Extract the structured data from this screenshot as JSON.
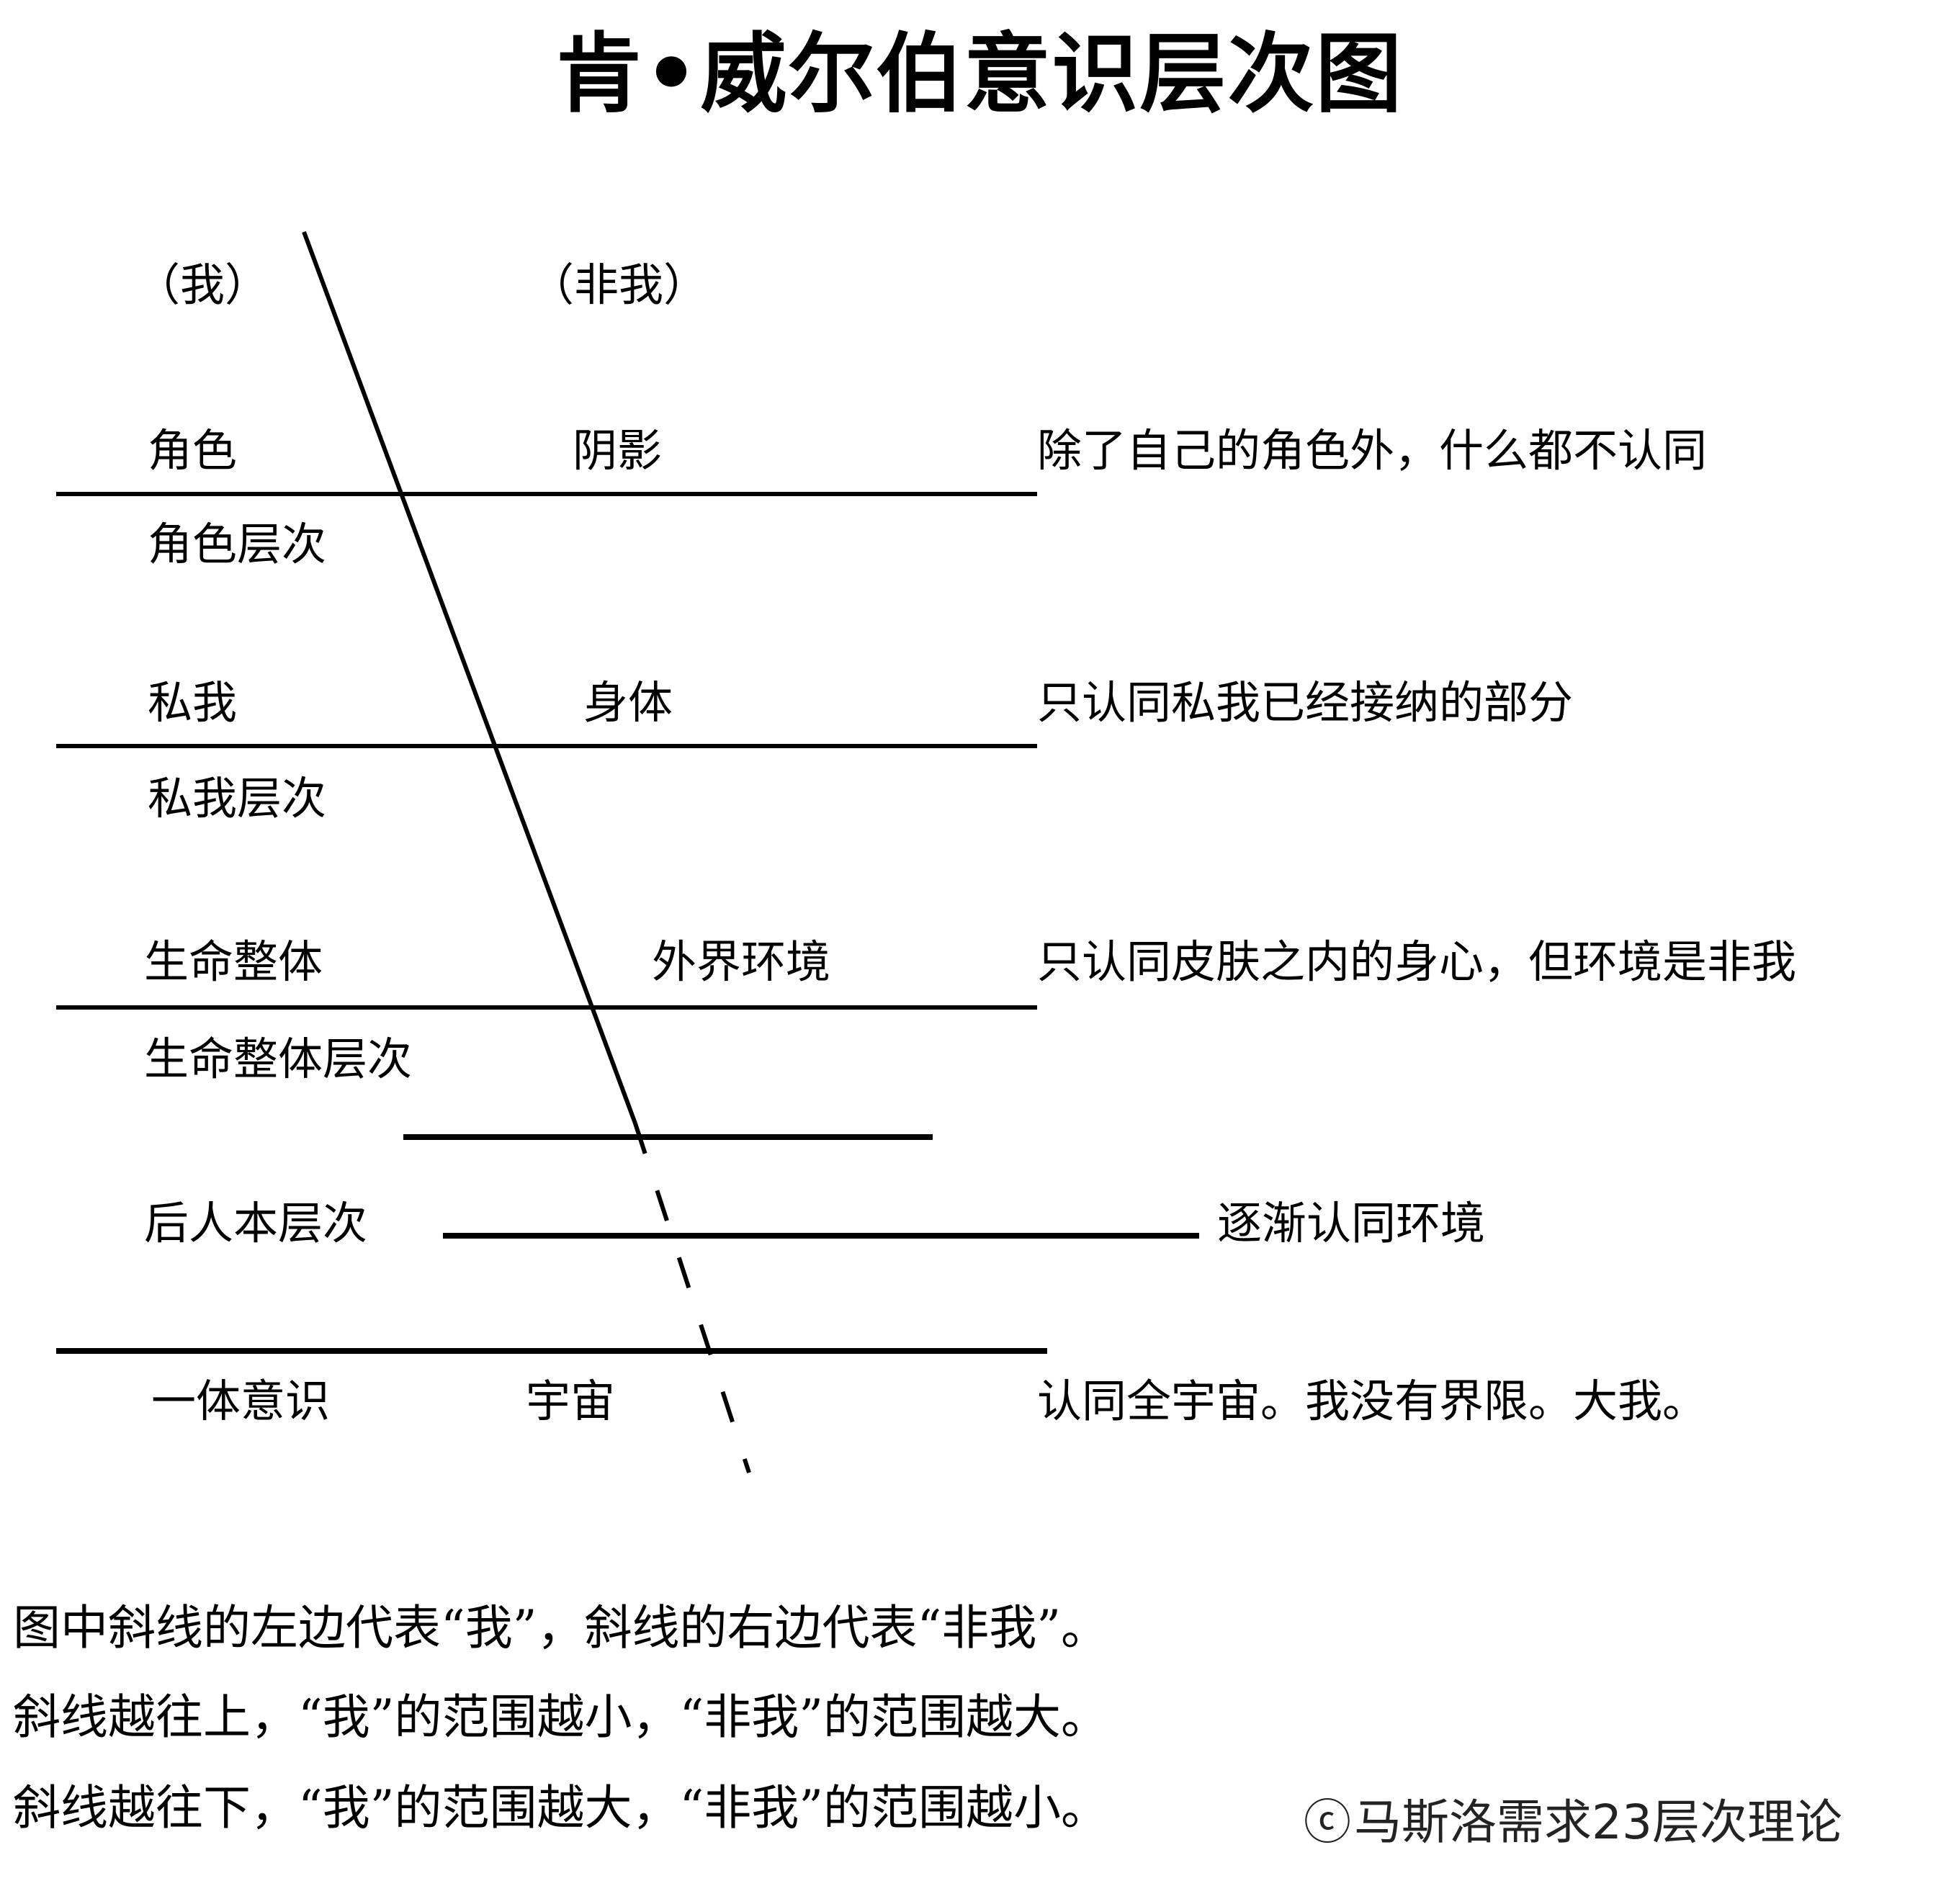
{
  "title": "肯•威尔伯意识层次图",
  "axis_labels": {
    "self": "（我）",
    "not_self": "（非我）"
  },
  "rows": [
    {
      "self_term": "角色",
      "not_self_term": "阴影",
      "level_name": "角色层次",
      "description": "除了自己的角色外，什么都不认同"
    },
    {
      "self_term": "私我",
      "not_self_term": "身体",
      "level_name": "私我层次",
      "description": "只认同私我已经接纳的部分"
    },
    {
      "self_term": "生命整体",
      "not_self_term": "外界环境",
      "level_name": "生命整体层次",
      "description": "只认同皮肤之内的身心，但环境是非我"
    },
    {
      "self_term": "",
      "not_self_term": "",
      "level_name": "后人本层次",
      "description": "逐渐认同环境"
    },
    {
      "self_term": "一体意识",
      "not_self_term": "宇宙",
      "level_name": "",
      "description": "认同全宇宙。我没有界限。大我。"
    }
  ],
  "footnotes": [
    "图中斜线的左边代表“我”，斜线的右边代表“非我”。",
    "斜线越往上，“我”的范围越小，“非我”的范围越大。",
    "斜线越往下，“我”的范围越大，“非我”的范围越小。"
  ],
  "watermark": {
    "mark": "ⓒ",
    "text": "马斯洛需求23层次理论"
  },
  "colors": {
    "ink": "#000000",
    "background": "#ffffff"
  }
}
